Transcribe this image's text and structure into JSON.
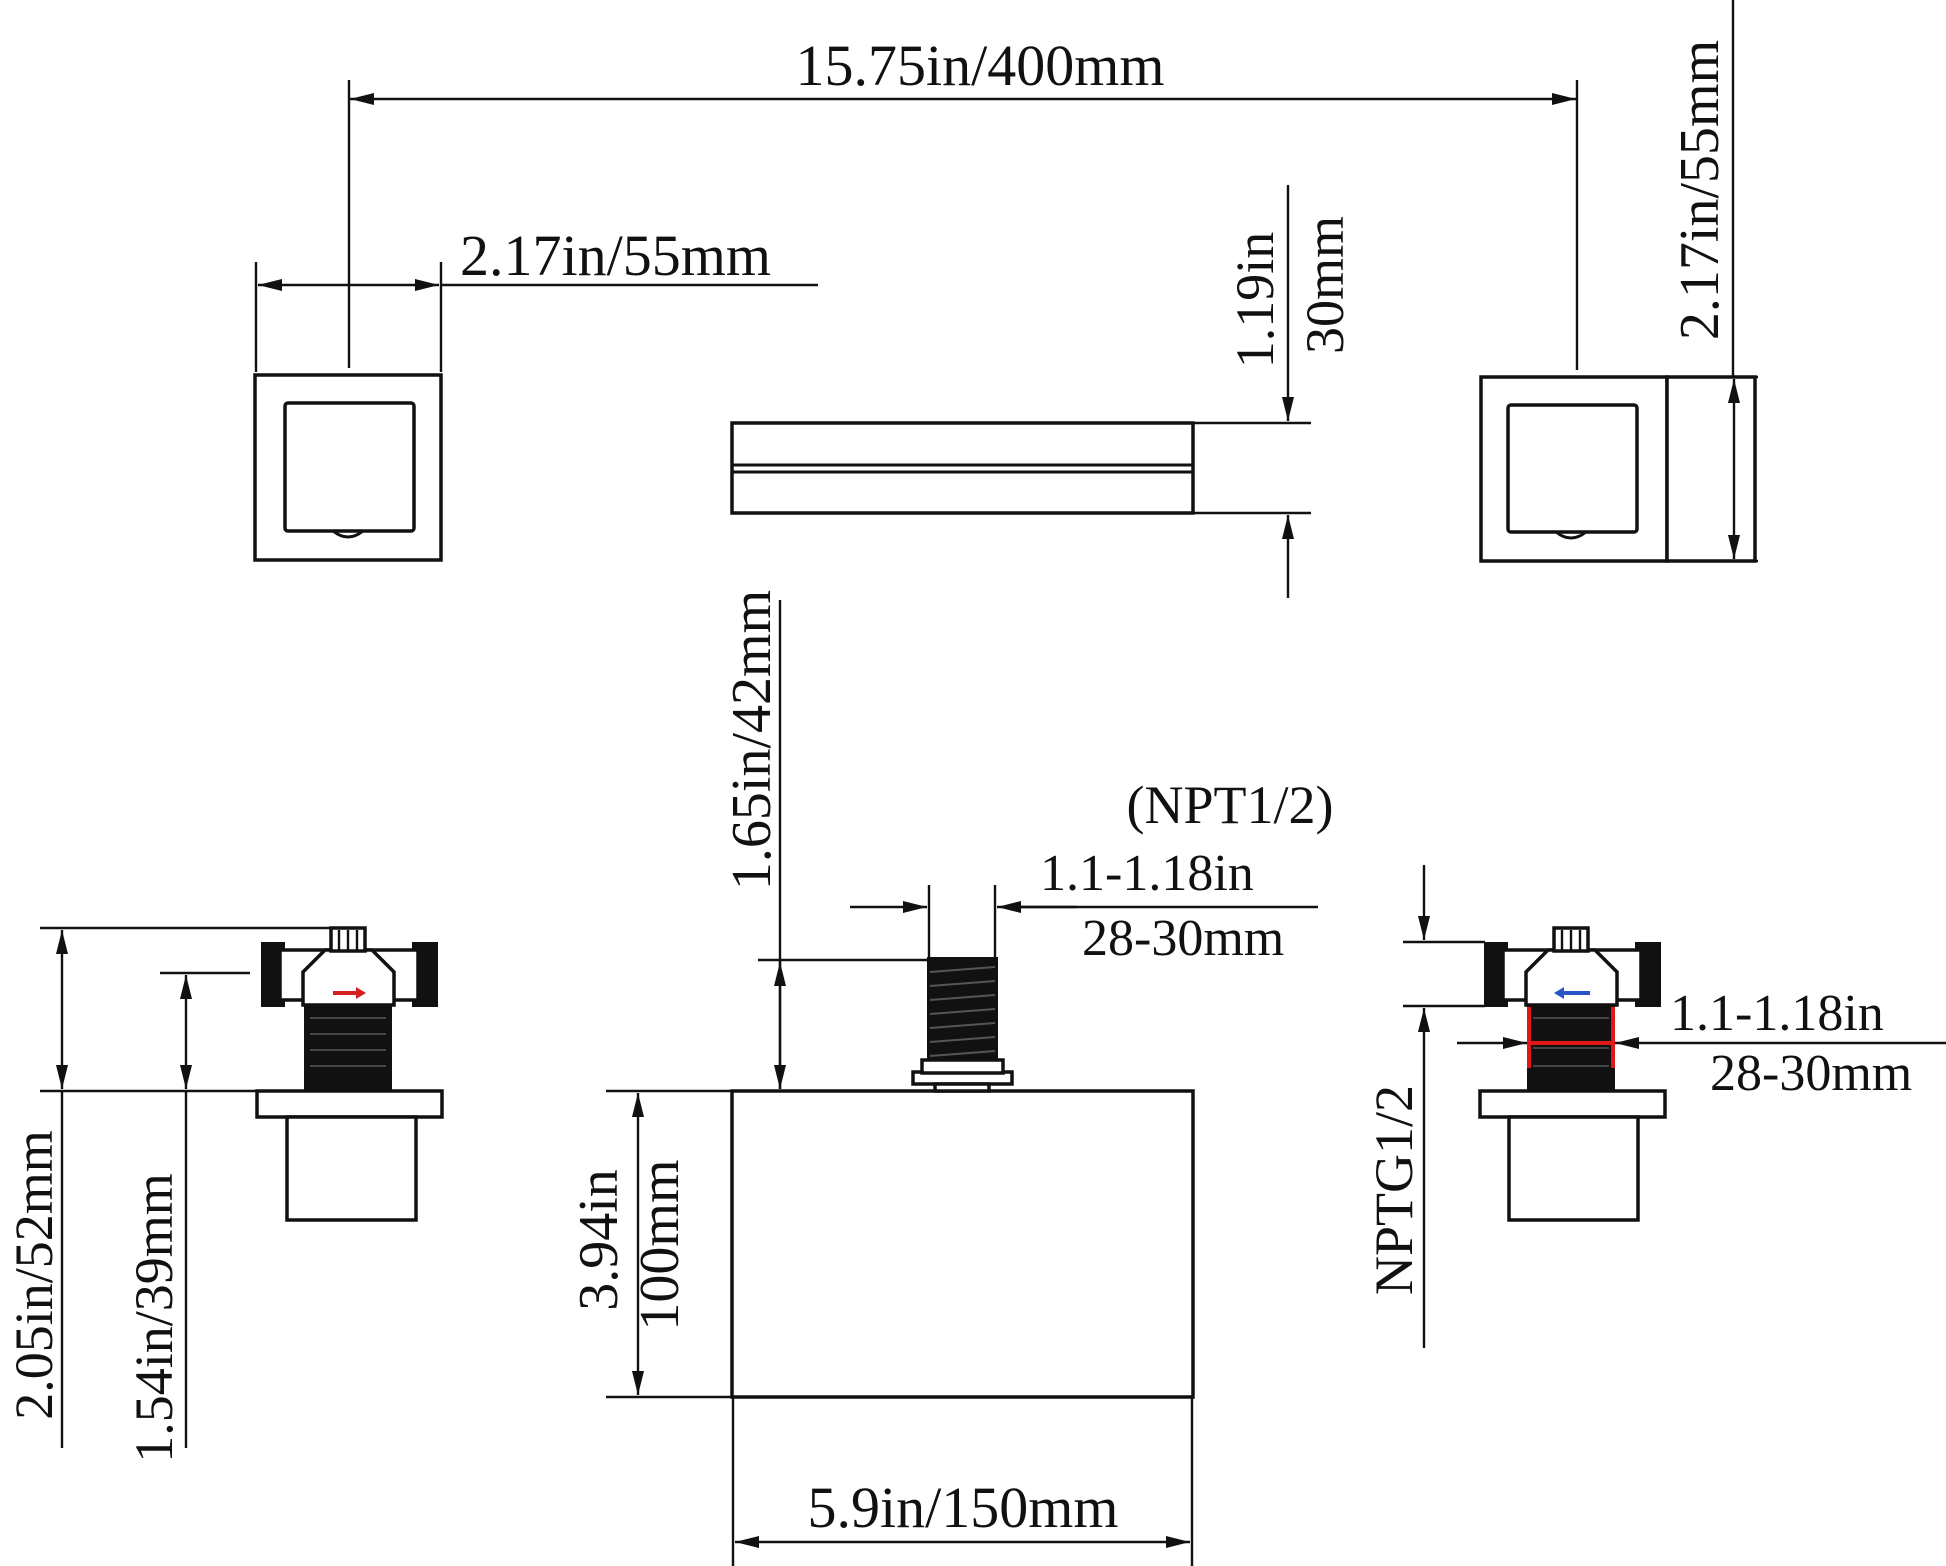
{
  "diagram": {
    "dimensions": {
      "overall_width": "15.75in/400mm",
      "handle_width": "2.17in/55mm",
      "spout_height_in": "1.19in",
      "spout_height_mm": "30mm",
      "handle_height": "2.17in/55mm",
      "spout_projection": "1.65in/42mm",
      "npt_note": "(NPT1/2)",
      "thread_len_in": "1.1-1.18in",
      "thread_len_mm": "28-30mm",
      "valve_total_height": "2.05in/52mm",
      "valve_body_height": "1.54in/39mm",
      "spout_body_height_in": "3.94in",
      "spout_body_height_mm": "100mm",
      "spout_body_width": "5.9in/150mm",
      "valve_thread_note": "NPTG1/2",
      "valve_thread_len_in": "1.1-1.18in",
      "valve_thread_len_mm": "28-30mm"
    },
    "colors": {
      "line": "#111111",
      "arrow_red": "#d42020",
      "arrow_blue": "#2a55c8",
      "highlight": "#e01818"
    }
  }
}
